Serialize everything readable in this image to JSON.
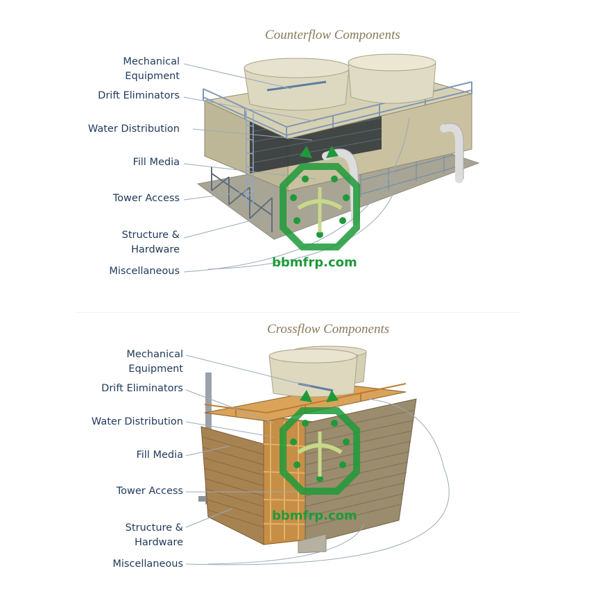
{
  "counterflow": {
    "title": "Counterflow Components",
    "labels": {
      "mechanical": "Mechanical\nEquipment",
      "drift": "Drift Eliminators",
      "water": "Water Distribution",
      "fill": "Fill Media",
      "access": "Tower Access",
      "structure": "Structure &\nHardware",
      "misc": "Miscellaneous"
    }
  },
  "crossflow": {
    "title": "Crossflow Components",
    "labels": {
      "mechanical": "Mechanical\nEquipment",
      "drift": "Drift Eliminators",
      "water": "Water Distribution",
      "fill": "Fill Media",
      "access": "Tower Access",
      "structure": "Structure &\nHardware",
      "misc": "Miscellaneous"
    }
  },
  "watermark": {
    "text": "bbmfrp.com",
    "color": "#1f9a3a"
  },
  "colors": {
    "label": "#203a5a",
    "title": "#8a7a5a",
    "tower": "#c9c1a0",
    "timber": "#d49a4c"
  }
}
